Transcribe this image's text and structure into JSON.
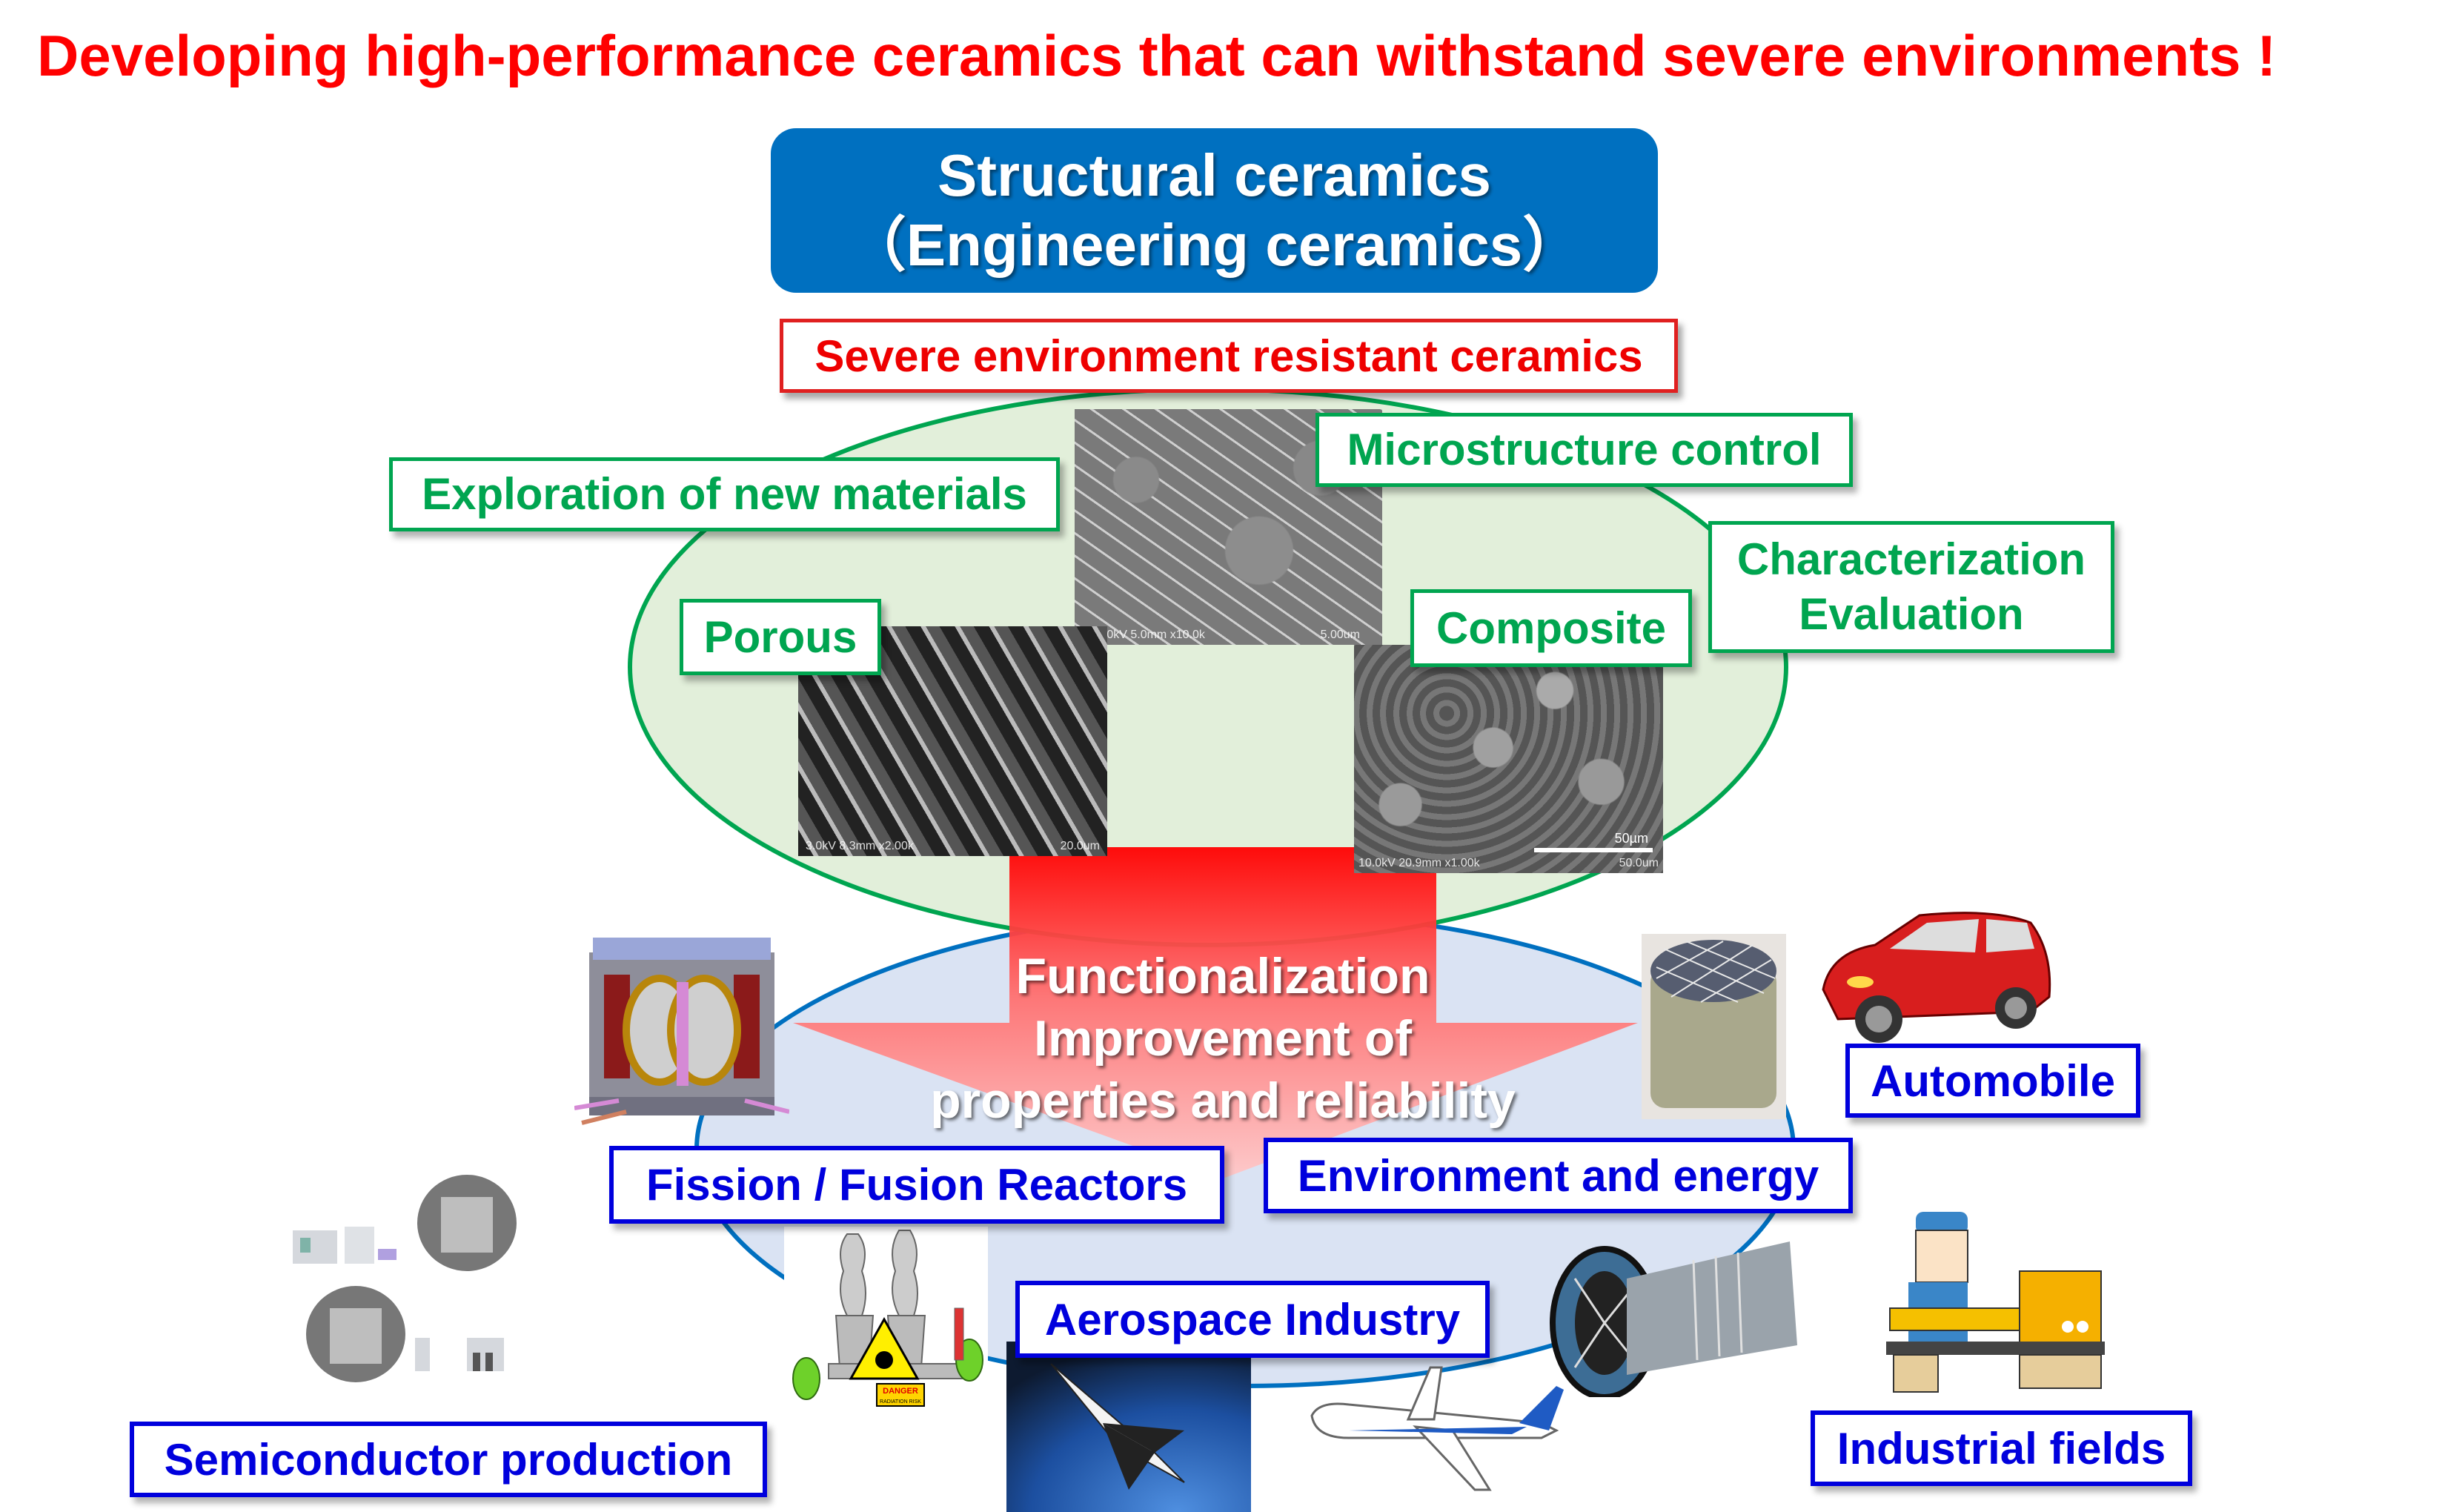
{
  "title": "Developing high-performance ceramics that can withstand severe environments !",
  "header_box": {
    "line1": "Structural ceramics",
    "line2": "（Engineering ceramics）"
  },
  "category_label": "Severe environment resistant ceramics",
  "research_topics": {
    "exploration": "Exploration of new materials",
    "microstructure": "Microstructure control",
    "porous": "Porous",
    "composite": "Composite",
    "characterization_line1": "Characterization",
    "characterization_line2": "Evaluation"
  },
  "sem_images": {
    "porous_caption_left": "3.0kV 8.3mm x2.00k",
    "porous_caption_right": "20.0um",
    "micro_caption_left": "4.0kV 5.0mm x10.0k",
    "micro_caption_right": "5.00um",
    "composite_scale": "50µm",
    "composite_caption_left": "10.0kV 20.9mm x1.00k",
    "composite_caption_right": "50.0um"
  },
  "arrow_text": {
    "line1": "Functionalization",
    "line2": "Improvement of",
    "line3": "properties and reliability"
  },
  "applications": {
    "fission_fusion": "Fission / Fusion Reactors",
    "environment_energy": "Environment and energy",
    "automobile": "Automobile",
    "aerospace": "Aerospace Industry",
    "semiconductor": "Semiconductor production",
    "industrial": "Industrial fields"
  },
  "power_plant_sign": {
    "line1": "DANGER",
    "line2": "RADIATION RISK"
  },
  "colors": {
    "title_red": "#ff0000",
    "header_blue": "#0070c0",
    "research_green": "#00a550",
    "application_blue": "#0000dd",
    "upper_ellipse_fill": "#e2efda",
    "lower_ellipse_fill": "#dae3f3"
  }
}
